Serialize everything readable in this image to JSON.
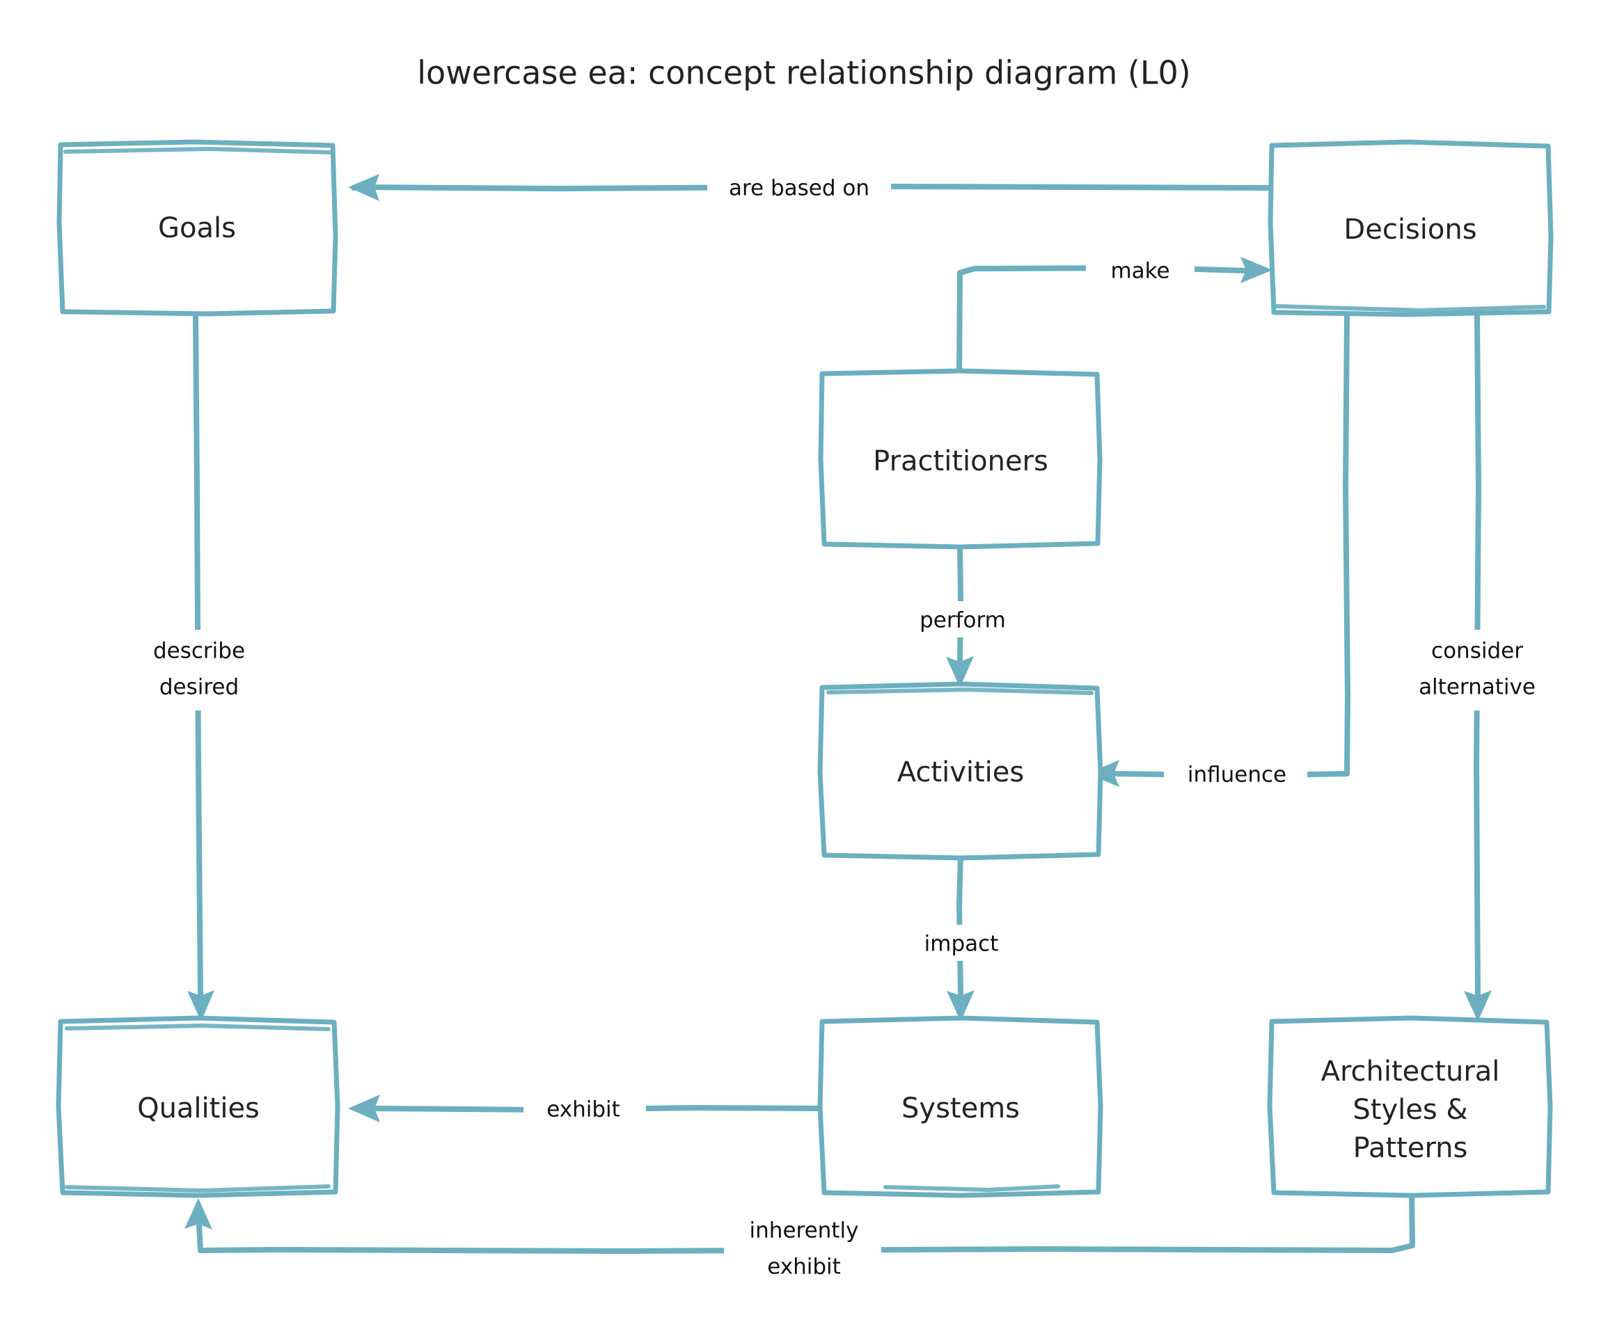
{
  "diagram": {
    "title": "lowercase ea: concept relationship diagram (L0)",
    "accent_color": "#6BAFC0",
    "text_color": "#232323",
    "background_color": "#ffffff",
    "style": "hand-drawn",
    "nodes": [
      {
        "id": "goals",
        "label": "Goals",
        "lines": [
          "Goals"
        ]
      },
      {
        "id": "decisions",
        "label": "Decisions",
        "lines": [
          "Decisions"
        ]
      },
      {
        "id": "practitioners",
        "label": "Practitioners",
        "lines": [
          "Practitioners"
        ]
      },
      {
        "id": "activities",
        "label": "Activities",
        "lines": [
          "Activities"
        ]
      },
      {
        "id": "qualities",
        "label": "Qualities",
        "lines": [
          "Qualities"
        ]
      },
      {
        "id": "systems",
        "label": "Systems",
        "lines": [
          "Systems"
        ]
      },
      {
        "id": "styles",
        "label": "Architectural Styles & Patterns",
        "lines": [
          "Architectural",
          "Styles &",
          "Patterns"
        ]
      }
    ],
    "edges": [
      {
        "id": "e1",
        "from": "decisions",
        "to": "goals",
        "label": "are based on",
        "lines": [
          "are based on"
        ]
      },
      {
        "id": "e2",
        "from": "practitioners",
        "to": "decisions",
        "label": "make",
        "lines": [
          "make"
        ]
      },
      {
        "id": "e3",
        "from": "goals",
        "to": "qualities",
        "label": "describe desired",
        "lines": [
          "describe",
          "desired"
        ]
      },
      {
        "id": "e4",
        "from": "practitioners",
        "to": "activities",
        "label": "perform",
        "lines": [
          "perform"
        ]
      },
      {
        "id": "e5",
        "from": "decisions",
        "to": "activities",
        "label": "influence",
        "lines": [
          "influence"
        ]
      },
      {
        "id": "e6",
        "from": "decisions",
        "to": "styles",
        "label": "consider alternative",
        "lines": [
          "consider",
          "alternative"
        ]
      },
      {
        "id": "e7",
        "from": "activities",
        "to": "systems",
        "label": "impact",
        "lines": [
          "impact"
        ]
      },
      {
        "id": "e8",
        "from": "systems",
        "to": "qualities",
        "label": "exhibit",
        "lines": [
          "exhibit"
        ]
      },
      {
        "id": "e9",
        "from": "styles",
        "to": "qualities",
        "label": "inherently exhibit",
        "lines": [
          "inherently",
          "exhibit"
        ]
      }
    ]
  }
}
